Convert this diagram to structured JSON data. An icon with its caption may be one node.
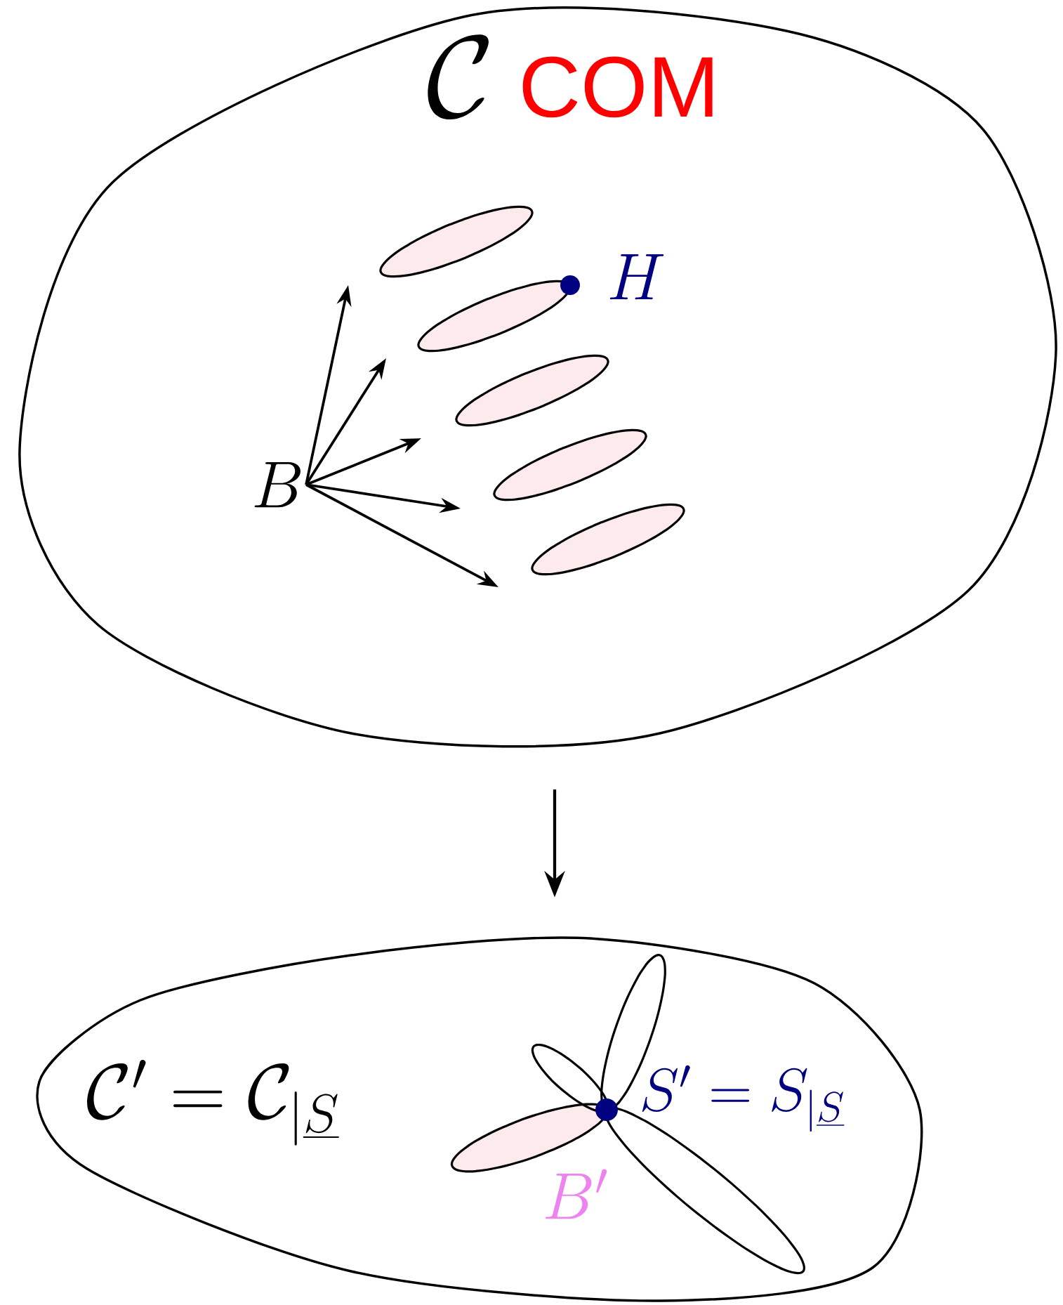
{
  "diagram": {
    "nodes": [
      {
        "text": [
          "\\mathcal{C}",
          "COM"
        ]
      },
      {
        "text": [
          "\\mathcal{C}' = \\mathcal{C}_{|\\underline{S}}"
        ]
      },
      {
        "text": [
          "B"
        ],
        "in": 0
      },
      {
        "text": [],
        "shape": "ellipse",
        "in": 0
      },
      {
        "text": [],
        "shape": "ellipse",
        "in": 0
      },
      {
        "text": [],
        "shape": "ellipse",
        "in": 0
      },
      {
        "text": [],
        "shape": "ellipse",
        "in": 0
      },
      {
        "text": [],
        "shape": "ellipse",
        "in": 0
      }
    ],
    "edges": [
      {
        "from": 0,
        "to": 1,
        "arrow": "to"
      },
      {
        "from": 2,
        "to": null,
        "arrow": "to"
      },
      {
        "from": 2,
        "to": null,
        "arrow": "to"
      },
      {
        "from": 2,
        "to": null,
        "arrow": "to"
      },
      {
        "from": 2,
        "to": null,
        "arrow": "to"
      },
      {
        "from": 2,
        "to": null,
        "arrow": "to"
      }
    ],
    "labels": [
      "H",
      "S' = S_{|\\underline{S}}",
      "B'"
    ]
  }
}
